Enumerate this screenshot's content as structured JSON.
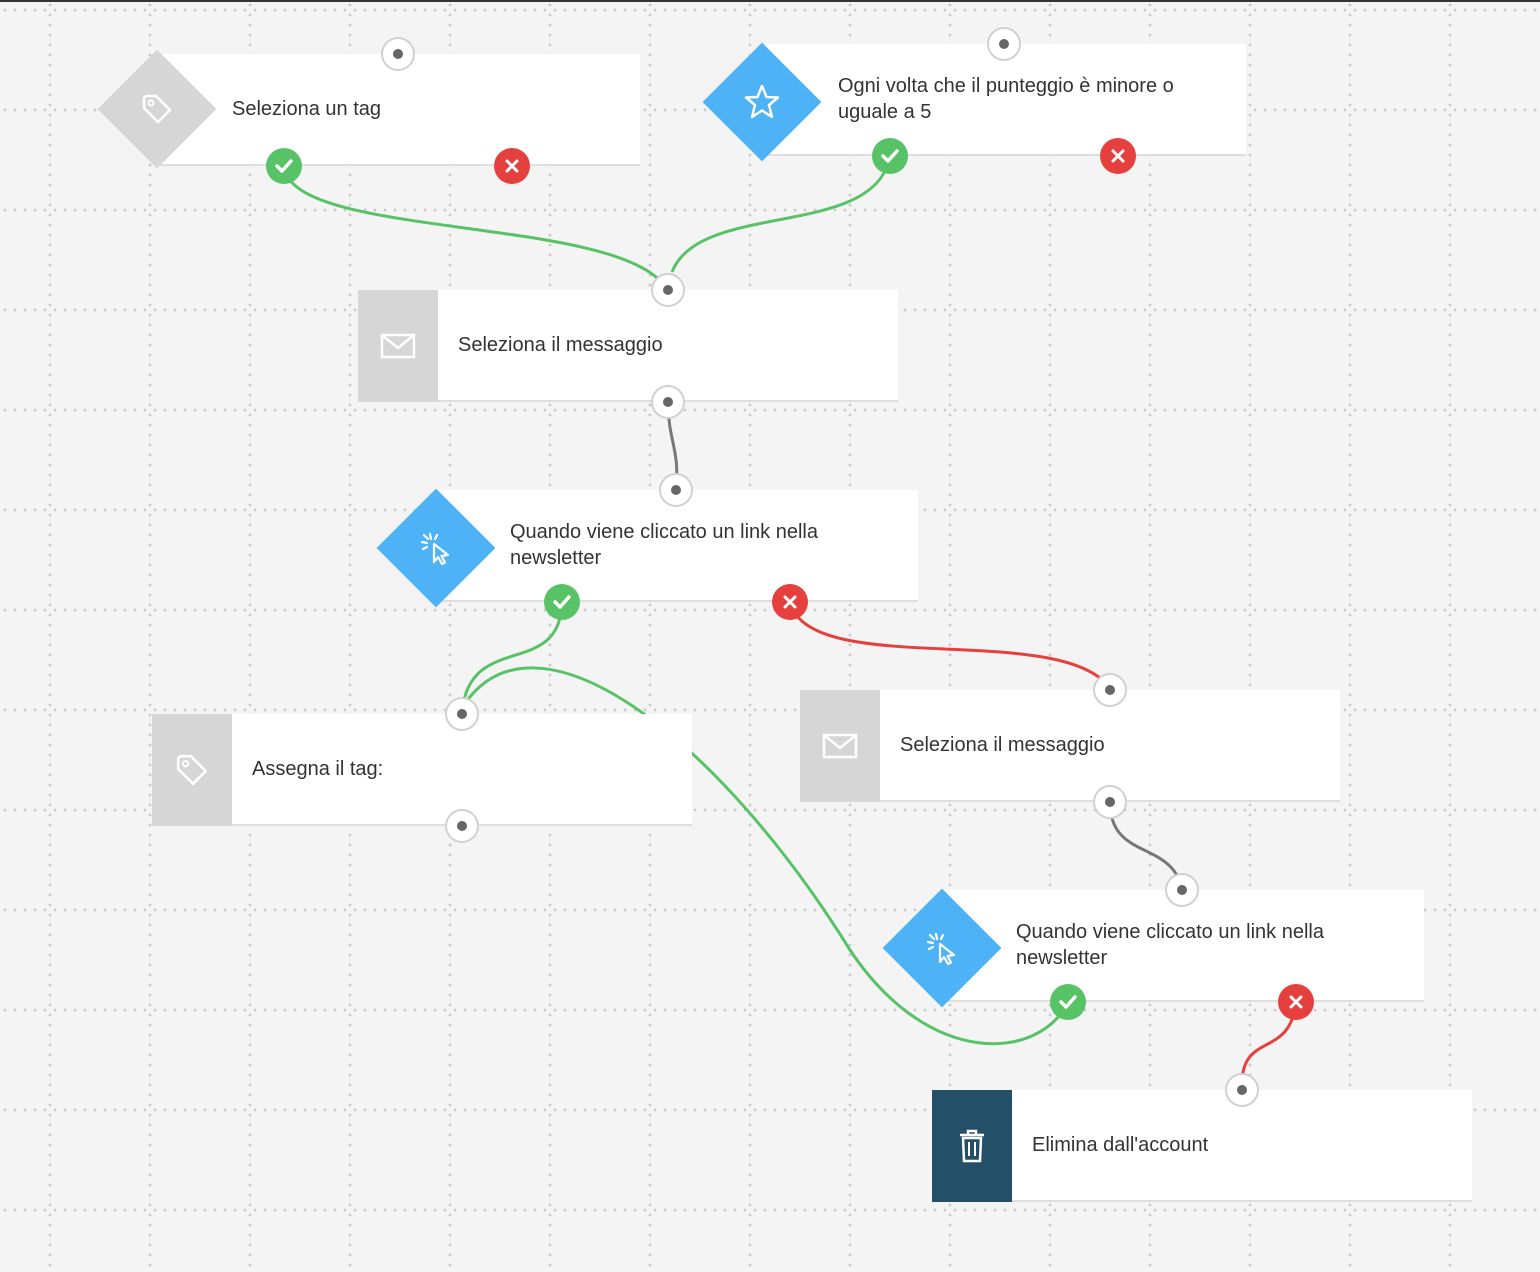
{
  "nodes": {
    "select_tag": {
      "label": "Seleziona un tag",
      "icon": "tag-icon"
    },
    "score": {
      "label": "Ogni volta che il punteggio è minore o uguale a 5",
      "icon": "star-icon"
    },
    "msg1": {
      "label": "Seleziona il messaggio",
      "icon": "envelope-icon"
    },
    "click1": {
      "label": "Quando viene cliccato un link nella newsletter",
      "icon": "cursor-click-icon"
    },
    "assign_tag": {
      "label": "Assegna il tag:",
      "icon": "tag-icon"
    },
    "msg2": {
      "label": "Seleziona il messaggio",
      "icon": "envelope-icon"
    },
    "click2": {
      "label": "Quando viene cliccato un link nella newsletter",
      "icon": "cursor-click-icon"
    },
    "delete": {
      "label": "Elimina dall'account",
      "icon": "trash-icon"
    }
  },
  "colors": {
    "background": "#f4f4f4",
    "condition_blue": "#4db3f6",
    "action_grey": "#d6d6d6",
    "delete_dark": "#244f68",
    "success_green": "#57c266",
    "fail_red": "#e5403d",
    "neutral_wire": "#777777"
  }
}
